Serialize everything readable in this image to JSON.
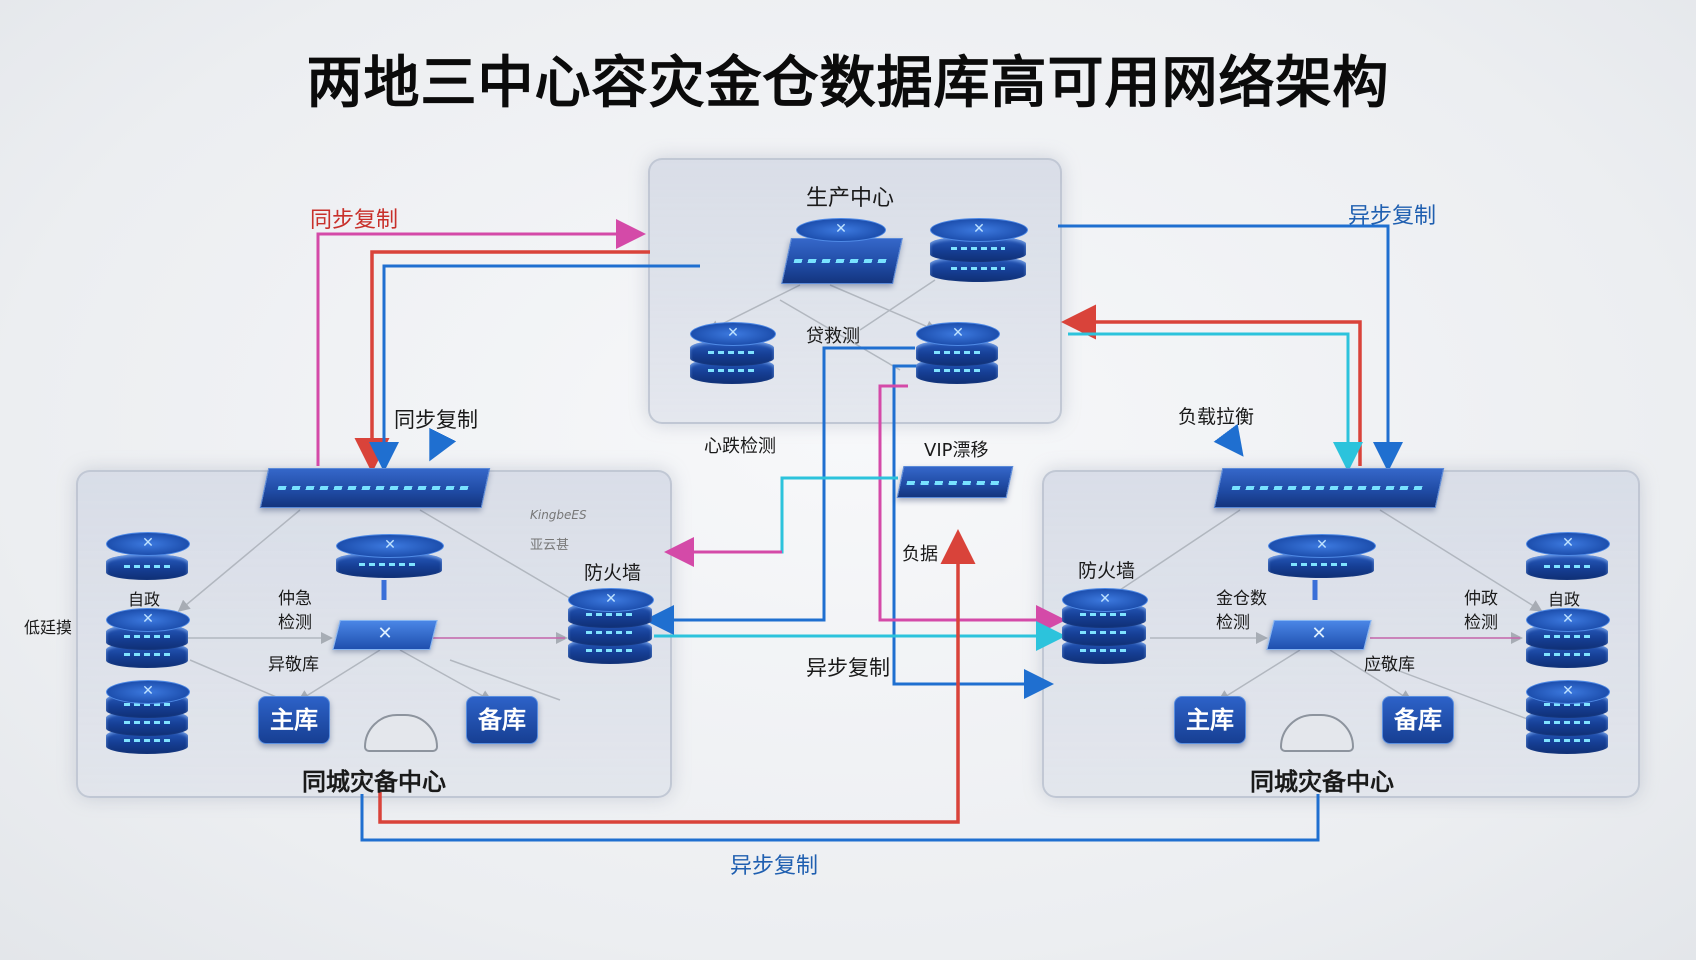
{
  "title": "两地三中心容灾金仓数据库高可用网络架构",
  "colors": {
    "sync_line": "#d9433a",
    "sync_line_alt": "#d44aa8",
    "async_line": "#1f6fd0",
    "heartbeat_line": "#2cc3dc",
    "device_blue": "#1d4fae"
  },
  "production_center": {
    "title": "生产中心",
    "detect_label": "贷救测",
    "heartbeat_label": "心跌检测"
  },
  "vip": {
    "label": "VIP漂移",
    "sub_label": "负据"
  },
  "left_dc": {
    "title": "同城灾备中心",
    "firewall": "防火墙",
    "self_label": "自政",
    "arb_label_1": "仲急",
    "arb_label_2": "检测",
    "async_db_label": "异敬库",
    "primary_db": "主库",
    "standby_db": "备库",
    "brand_1": "KingbeES",
    "brand_2": "亚云甚",
    "side_label": "低廷摸"
  },
  "right_dc": {
    "title": "同城灾备中心",
    "firewall": "防火墙",
    "self_label": "自政",
    "gold_label_1": "金仓数",
    "gold_label_2": "检测",
    "arb_label_1": "仲政",
    "arb_label_2": "检测",
    "async_db_label": "应敬库",
    "primary_db": "主库",
    "standby_db": "备库",
    "switch_label": "负载拉衡"
  },
  "links": {
    "sync_top_left": "同步复制",
    "sync_mid_left": "同步复制",
    "async_top_right": "异步复制",
    "async_middle": "异步复制",
    "async_bottom": "异步复制"
  }
}
